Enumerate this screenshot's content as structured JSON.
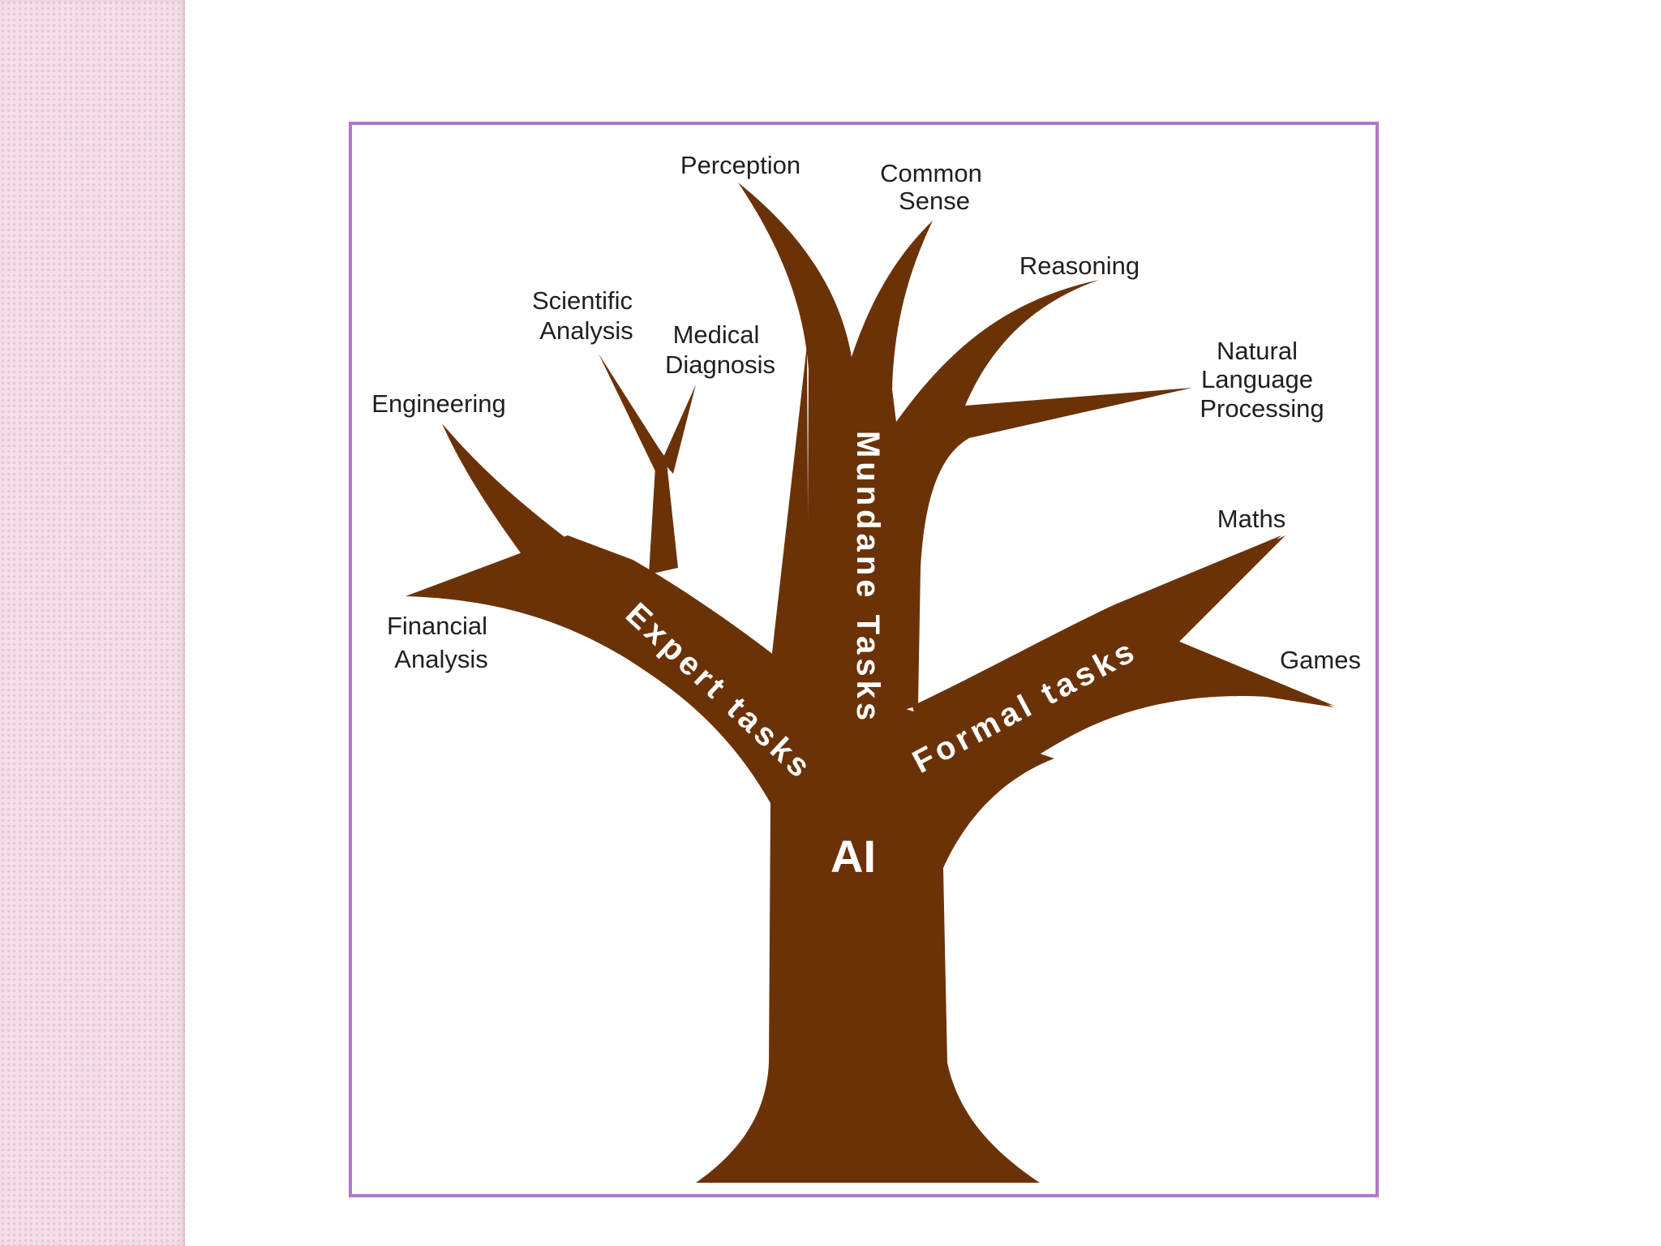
{
  "colors": {
    "trunk": "#6b3208",
    "frame_border": "#b277c6",
    "side_strip": "#f4dfe8",
    "label_text": "#1f1f1f"
  },
  "diagram": {
    "root": "AI",
    "branches": {
      "mundane": "Mundane Tasks",
      "expert": "Expert tasks",
      "formal": "Formal tasks"
    },
    "leaves": {
      "perception": "Perception",
      "common_sense": [
        "Common",
        "Sense"
      ],
      "reasoning": "Reasoning",
      "nlp": [
        "Natural",
        "Language",
        "Processing"
      ],
      "scientific_analysis": [
        "Scientific",
        "Analysis"
      ],
      "medical_diagnosis": [
        "Medical",
        "Diagnosis"
      ],
      "engineering": "Engineering",
      "financial_analysis": [
        "Financial",
        "Analysis"
      ],
      "maths": "Maths",
      "games": "Games"
    }
  }
}
